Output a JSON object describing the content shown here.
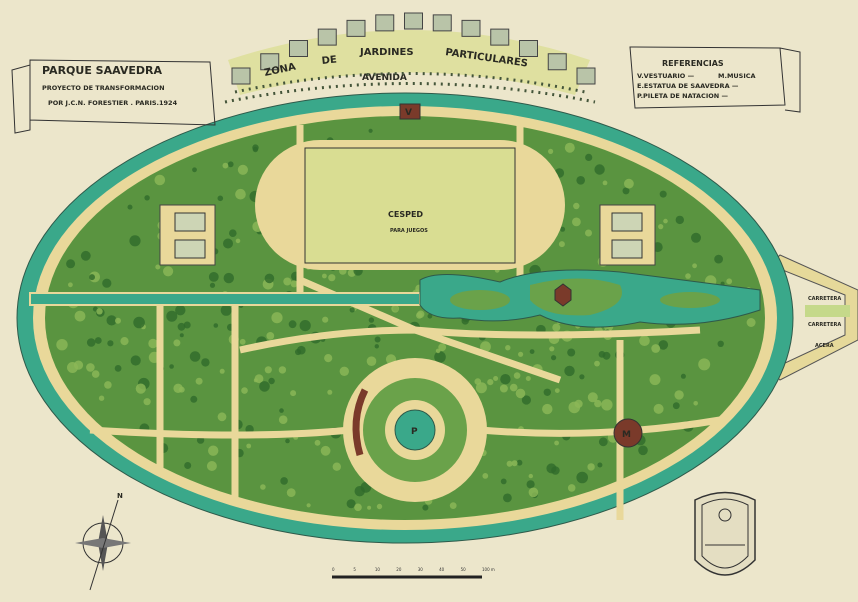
{
  "title_banner": {
    "title": "PARQUE SAAVEDRA",
    "subtitle": "PROYECTO DE TRANSFORMACION",
    "author": "POR J.C.N. FORESTIER . PARIS.1924"
  },
  "references": {
    "heading": "REFERENCIAS",
    "items": [
      {
        "key": "V",
        "label": "V.VESTUARIO —"
      },
      {
        "key": "M",
        "label": "M.MUSICA"
      },
      {
        "key": "E",
        "label": "E.ESTATUA DE SAAVEDRA —"
      },
      {
        "key": "P",
        "label": "P.PILETA DE NATACION —"
      }
    ]
  },
  "map_labels": {
    "zone_words": [
      "ZONA",
      "DE",
      "JARDINES",
      "PARTICULARES"
    ],
    "avenue": "AVENIDA",
    "lawn": "CESPED",
    "lawn_sub": "PARA JUEGOS",
    "road1": "CARRETERA",
    "road2": "CARRETERA",
    "sidewalk": "ACERA",
    "marker_v": "V",
    "marker_p": "P",
    "marker_m": "M",
    "compass_n": "N"
  },
  "scale_bar": {
    "ticks": [
      "0",
      "5",
      "10",
      "20",
      "30",
      "40",
      "50",
      "100 m"
    ]
  },
  "colors": {
    "paper": "#ece6cb",
    "water": "#3aa88a",
    "vegetation": "#4f8a3a",
    "lawn": "#d9dd92",
    "paths": "#e9d89a",
    "building": "#7a3a2a"
  }
}
